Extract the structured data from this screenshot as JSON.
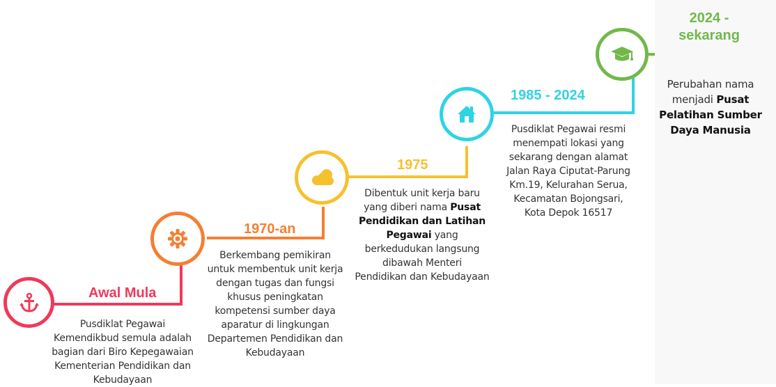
{
  "stages": [
    {
      "id": "awal-mula",
      "title": "Awal Mula",
      "icon": "anchor-icon",
      "color": "#f0395a",
      "desc_lines": [
        "Pusdiklat Pegawai",
        "Kemendikbud semula adalah",
        "bagian dari Biro Kepegawaian",
        "Kementerian Pendidikan dan",
        "Kebudayaan"
      ]
    },
    {
      "id": "1970-an",
      "title": "1970-an",
      "icon": "gear-icon",
      "color": "#f57f32",
      "desc_lines": [
        "Berkembang pemikiran",
        "untuk membentuk unit kerja",
        "dengan tugas dan fungsi",
        "khusus peningkatan",
        "kompetensi sumber daya",
        "aparatur di lingkungan",
        "Departemen Pendidikan dan",
        "Kebudayaan"
      ]
    },
    {
      "id": "1975",
      "title": "1975",
      "icon": "cloud-icon",
      "color": "#f6c12e",
      "desc_l1": "Dibentuk unit kerja baru",
      "desc_l2a": "yang diberi nama ",
      "desc_l2b": "Pusat",
      "desc_l3": "Pendidikan dan Latihan",
      "desc_l4a": "Pegawai",
      "desc_l4b": " yang",
      "desc_l5": "berkedudukan langsung",
      "desc_l6": "dibawah Menteri",
      "desc_l7": "Pendidikan dan Kebudayaan"
    },
    {
      "id": "1985-2024",
      "title": "1985 - 2024",
      "icon": "home-icon",
      "color": "#2fd3e3",
      "desc_lines": [
        "Pusdiklat Pegawai resmi",
        "menempati lokasi yang",
        "sekarang dengan alamat",
        "Jalan Raya Ciputat-Parung",
        "Km.19, Kelurahan Serua,",
        "Kecamatan Bojongsari,",
        "Kota Depok 16517"
      ]
    },
    {
      "id": "2024-sekarang",
      "title_l1": "2024 -",
      "title_l2": "sekarang",
      "icon": "graduation-cap-icon",
      "color": "#72b84a",
      "desc_l1": "Perubahan nama",
      "desc_l2a": "menjadi ",
      "desc_l2b": "Pusat",
      "desc_l3": "Pelatihan Sumber",
      "desc_l4": "Daya Manusia"
    }
  ]
}
